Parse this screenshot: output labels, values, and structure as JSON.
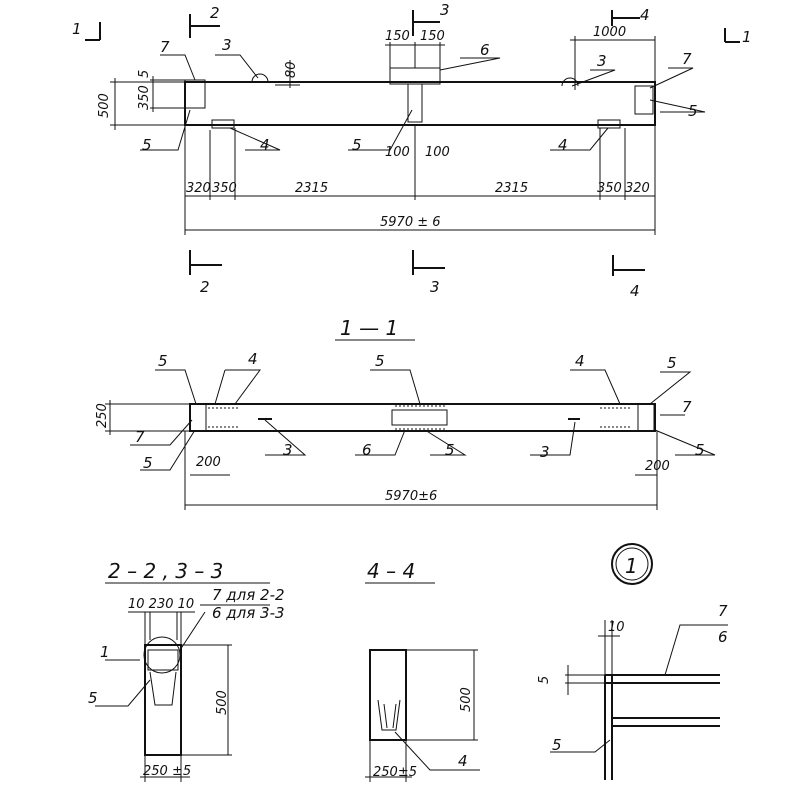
{
  "elevation": {
    "labels": [
      "1",
      "1",
      "2",
      "3",
      "4",
      "7",
      "3",
      "80",
      "150",
      "150",
      "6",
      "1000",
      "3",
      "7",
      "5",
      "500",
      "350",
      "5",
      "5",
      "4",
      "5",
      "100",
      "100",
      "4",
      "320",
      "350",
      "2315",
      "2315",
      "350",
      "320",
      "5970 ± 6",
      "2",
      "3",
      "4"
    ]
  },
  "plan": {
    "title": "1 — 1",
    "labels": [
      "5",
      "4",
      "5",
      "4",
      "5",
      "250",
      "7",
      "7",
      "5",
      "3",
      "6",
      "5",
      "3",
      "5",
      "200",
      "200",
      "5970±6"
    ]
  },
  "section_2_3": {
    "title": "2 – 2 , 3 – 3",
    "labels": [
      "10 230 10",
      "7  для 2-2",
      "6  для 3-3",
      "1",
      "5",
      "500",
      "250 ±5"
    ]
  },
  "section_4": {
    "title": "4 – 4",
    "labels": [
      "500",
      "250±5",
      "4"
    ]
  },
  "detail": {
    "marker": "1",
    "labels": [
      "10",
      "7",
      "6",
      "5",
      "5"
    ]
  }
}
